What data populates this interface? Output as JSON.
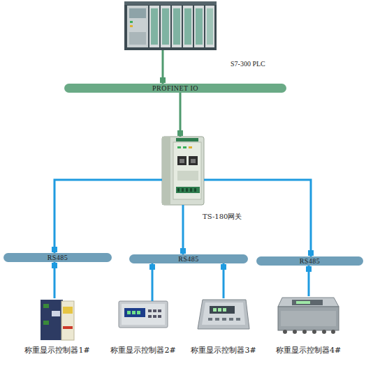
{
  "diagram": {
    "nodes": [
      {
        "text": [
          "S7-300 PLC"
        ]
      },
      {
        "text": [
          "PROFINET IO"
        ]
      },
      {
        "text": [
          "TS-180网关"
        ]
      },
      {
        "text": [
          "RS485"
        ]
      },
      {
        "text": [
          "RS485"
        ]
      },
      {
        "text": [
          "RS485"
        ]
      },
      {
        "text": [
          "称重显示控制器1#"
        ]
      },
      {
        "text": [
          "称重显示控制器2#"
        ]
      },
      {
        "text": [
          "称重显示控制器3#"
        ]
      },
      {
        "text": [
          "称重显示控制器4#"
        ]
      }
    ],
    "edges": [
      {
        "from": 0,
        "to": 1,
        "arrow": "none"
      },
      {
        "from": 1,
        "to": 2,
        "arrow": "none"
      },
      {
        "from": 2,
        "to": 3,
        "arrow": "none"
      },
      {
        "from": 2,
        "to": 4,
        "arrow": "none"
      },
      {
        "from": 2,
        "to": 5,
        "arrow": "none"
      },
      {
        "from": 3,
        "to": 6,
        "arrow": "none"
      },
      {
        "from": 4,
        "to": 7,
        "arrow": "none"
      },
      {
        "from": 4,
        "to": 8,
        "arrow": "none"
      },
      {
        "from": 5,
        "to": 9,
        "arrow": "none"
      }
    ]
  }
}
